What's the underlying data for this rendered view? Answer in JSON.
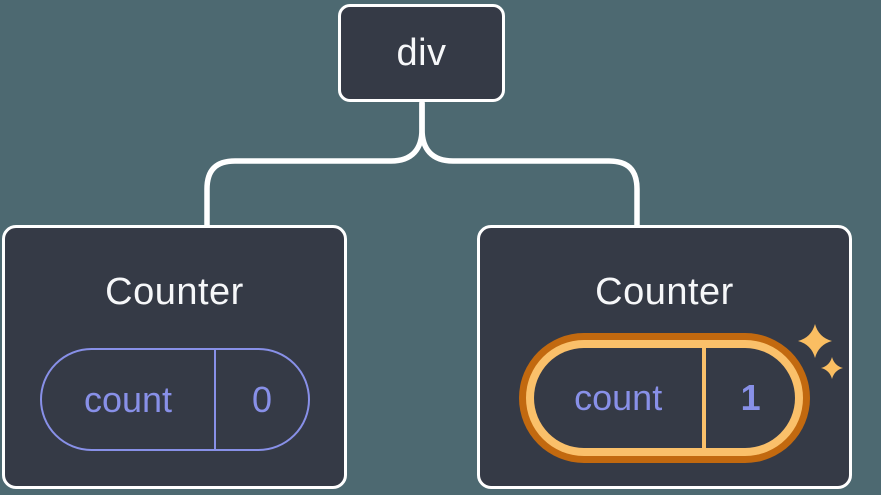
{
  "colors": {
    "bg": "#4D6971",
    "node-bg": "#353A46",
    "node-border": "#FFFFFF",
    "line": "#FFFFFF",
    "text-light": "#F6F7F9",
    "accent-purple": "#8890E8",
    "ring-outer": "#C2690F",
    "ring-inner": "#FAC06A",
    "sparkle": "#FABE62"
  },
  "icons": {
    "sparkle_large": "sparkle-icon",
    "sparkle_small": "sparkle-icon"
  },
  "tree": {
    "root_label": "div",
    "children": [
      {
        "title": "Counter",
        "state_key": "count",
        "state_value": "0",
        "highlighted": false
      },
      {
        "title": "Counter",
        "state_key": "count",
        "state_value": "1",
        "highlighted": true
      }
    ]
  }
}
